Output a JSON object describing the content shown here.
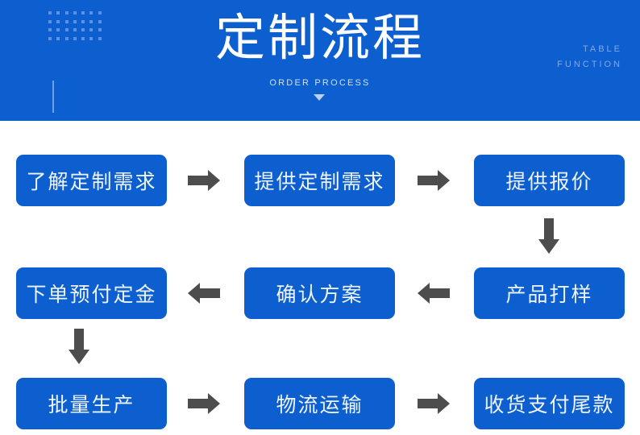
{
  "banner": {
    "title": "定制流程",
    "subtitle": "ORDER PROCESS",
    "right_line1": "TABLE",
    "right_line2": "FUNCTION",
    "background_color": "#0d5fd0",
    "title_color": "#ffffff",
    "subtitle_color": "#cfe0f7",
    "right_text_color": "#7fa9e4",
    "caret_icon": "caret-down-icon",
    "dot_grid_icon": "dot-grid-icon",
    "dot_grid_columns": 7,
    "dot_grid_rows": 4
  },
  "flow": {
    "node_color": "#0d5fd0",
    "node_text_color": "#eef4fd",
    "arrow_color": "#4d4d4d",
    "rows": [
      {
        "nodes": [
          {
            "label": "了解定制需求"
          },
          {
            "label": "提供定制需求"
          },
          {
            "label": "提供报价"
          }
        ],
        "connectors": [
          {
            "direction": "right",
            "icon": "arrow-right-icon"
          },
          {
            "direction": "right",
            "icon": "arrow-right-icon"
          }
        ]
      },
      {
        "nodes": [
          {
            "label": "下单预付定金"
          },
          {
            "label": "确认方案"
          },
          {
            "label": "产品打样"
          }
        ],
        "connectors": [
          {
            "direction": "left",
            "icon": "arrow-left-icon"
          },
          {
            "direction": "left",
            "icon": "arrow-left-icon"
          }
        ]
      },
      {
        "nodes": [
          {
            "label": "批量生产"
          },
          {
            "label": "物流运输"
          },
          {
            "label": "收货支付尾款"
          }
        ],
        "connectors": [
          {
            "direction": "right",
            "icon": "arrow-right-icon"
          },
          {
            "direction": "right",
            "icon": "arrow-right-icon"
          }
        ]
      }
    ],
    "vertical_connectors": [
      {
        "direction": "down",
        "icon": "arrow-down-icon",
        "from": "提供报价",
        "to": "产品打样"
      },
      {
        "direction": "down",
        "icon": "arrow-down-icon",
        "from": "下单预付定金",
        "to": "批量生产"
      }
    ]
  }
}
